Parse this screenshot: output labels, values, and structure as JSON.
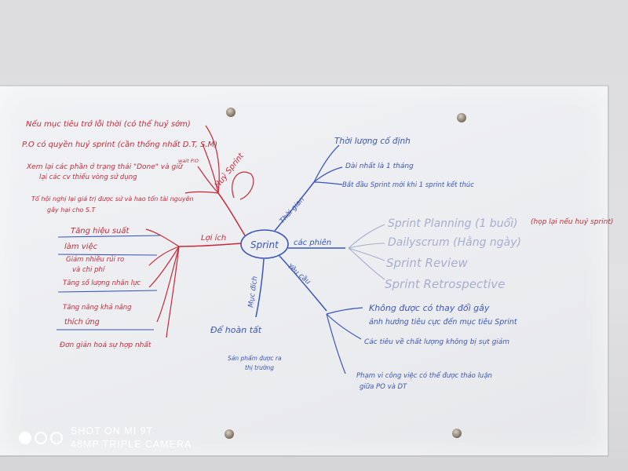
{
  "center": {
    "label": "Sprint"
  },
  "branches": {
    "huy": "Huỷ Sprint",
    "thoi_gian": "Thời gian",
    "cac_phien": "các phiên",
    "yeu_cau": "Yêu cầu",
    "muc_dich": "Mục đích",
    "loi_ich": "Lợi ích"
  },
  "huy_items": [
    "Nếu mục tiêu trở lỗi thời (có thể huỷ sớm)",
    "P.O có quyền huỷ sprint (cần thống nhất D.T, S.M)",
    "Xem lại các phần ở trạng thái \"Done\" và giữ",
    "lại các cv thiếu vòng sử dụng",
    "Tổ hội nghị lại giá trị được sử và hao tốn tài nguyên",
    "gây hại cho S.T"
  ],
  "huy_note": "wait P.O",
  "thoi_gian_items": [
    "Thời lượng cố định",
    "Dài nhất là 1 tháng",
    "Bắt đầu Sprint mới khi 1 sprint kết thúc"
  ],
  "cac_phien_items": [
    "Sprint Planning (1 buổi)",
    "Dailyscrum (Hằng ngày)",
    "Sprint Review",
    "Sprint Retrospective"
  ],
  "planning_note": "(họp lại nếu huỷ sprint)",
  "yeu_cau_items": [
    "Không được có thay đổi gây",
    "ảnh hưởng tiêu cực đến mục tiêu Sprint",
    "Các tiêu về chất lượng không bị sụt giảm",
    "Phạm vi công việc có thể được thảo luận",
    "giữa PO và DT"
  ],
  "muc_dich_items": [
    "Để hoàn tất",
    "Sản phẩm được ra",
    "thị trường"
  ],
  "loi_ich_items": [
    "Tăng hiệu suất",
    "làm việc",
    "Giảm nhiều rủi ro",
    "và chi phí",
    "Tăng số lượng nhân lực",
    "Tăng năng khả năng",
    "thích ứng",
    "Đơn giản hoá sự hợp nhất"
  ],
  "watermark": {
    "line1": "SHOT ON MI 9T",
    "line2": "48MP TRIPLE CAMERA"
  },
  "colors": {
    "red_marker": "#c42a3a",
    "blue_marker": "#3a55b8",
    "faded_blue": "#a6aed0",
    "board": "#eeeff2",
    "wall": "#dcdcdf"
  }
}
